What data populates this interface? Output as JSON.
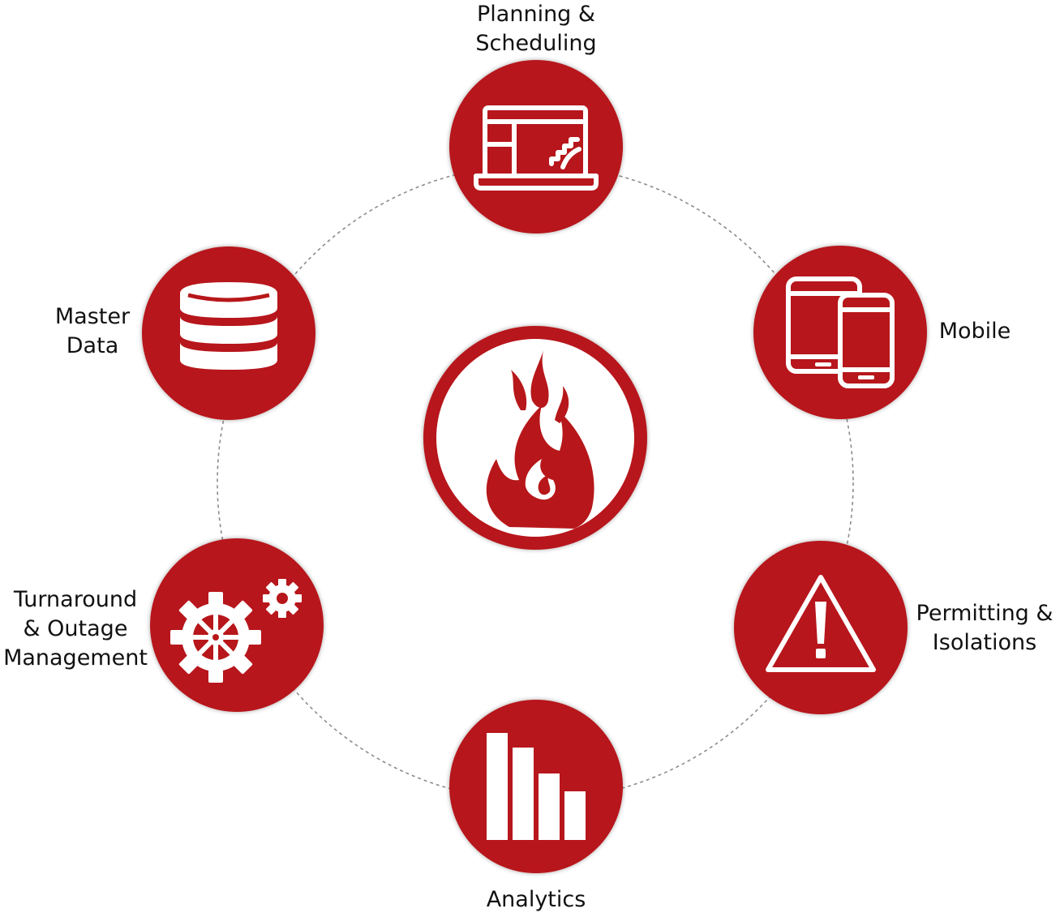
{
  "colors": {
    "brand_red": "#b7171a",
    "ring": "#8c8c8c",
    "text": "#111111"
  },
  "center": {
    "icon": "flame-icon"
  },
  "nodes": [
    {
      "id": "planning",
      "icon": "laptop-schedule-icon",
      "label_lines": [
        "Planning &",
        "Scheduling"
      ]
    },
    {
      "id": "mobile",
      "icon": "tablet-phone-icon",
      "label_lines": [
        "Mobile"
      ]
    },
    {
      "id": "permitting",
      "icon": "warning-triangle-icon",
      "label_lines": [
        "Permitting &",
        "Isolations"
      ]
    },
    {
      "id": "analytics",
      "icon": "bar-chart-icon",
      "label_lines": [
        "Analytics"
      ]
    },
    {
      "id": "turnaround",
      "icon": "gears-icon",
      "label_lines": [
        "Turnaround",
        "& Outage",
        "Management"
      ]
    },
    {
      "id": "master-data",
      "icon": "database-icon",
      "label_lines": [
        "Master",
        "Data"
      ]
    }
  ]
}
